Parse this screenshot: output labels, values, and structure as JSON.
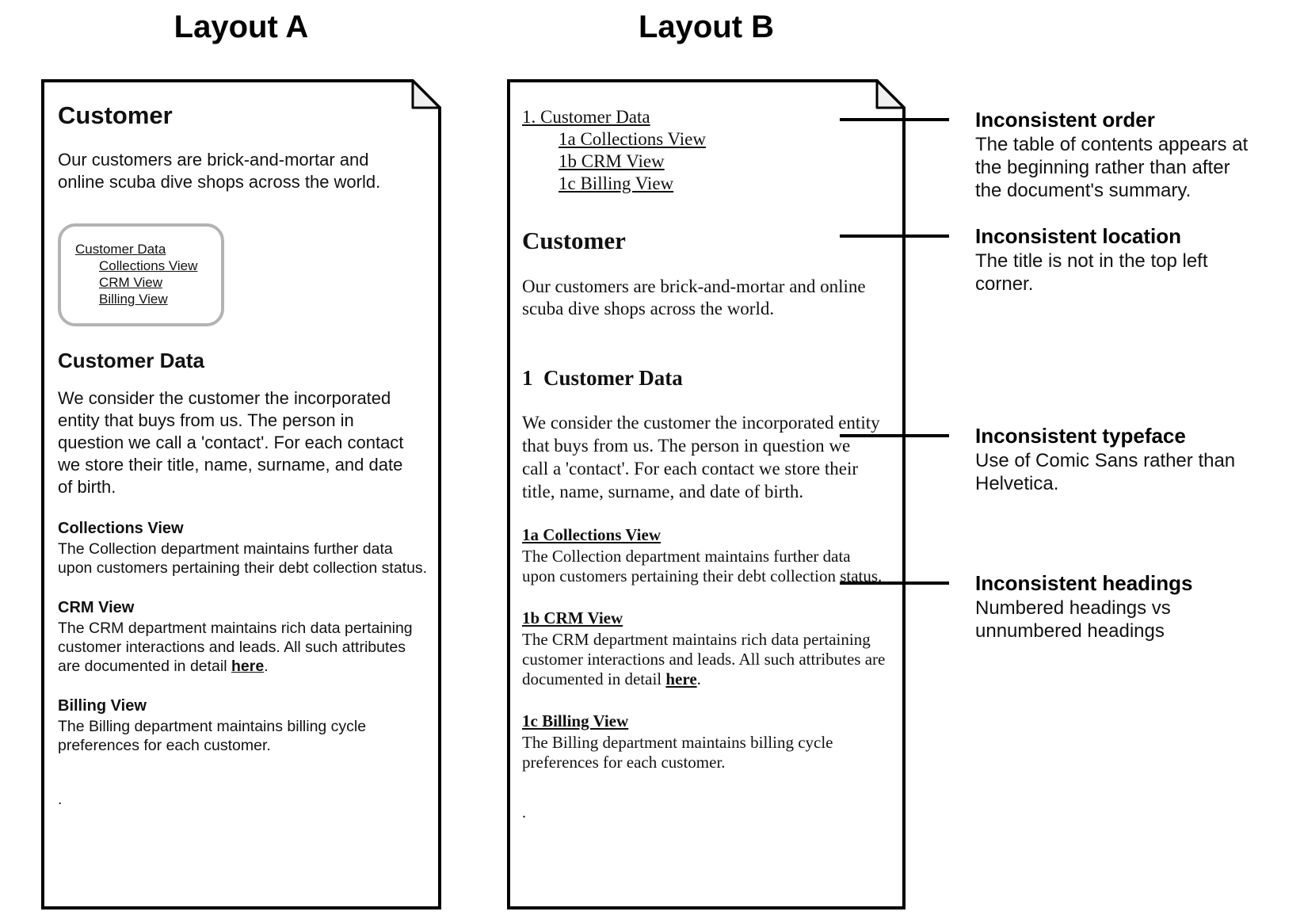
{
  "page": {
    "layout_a_title": "Layout A",
    "layout_b_title": "Layout B"
  },
  "doc_a": {
    "title": "Customer",
    "summary": "Our customers are brick-and-mortar and online scuba dive shops across the world.",
    "toc": {
      "root": "Customer Data",
      "items": [
        "Collections View",
        "CRM View",
        "Billing View"
      ]
    },
    "section_heading": "Customer Data",
    "section_body": "We consider the customer the incorporated entity that buys from us. The person in question we call a 'contact'. For each contact we store their title, name, surname, and date of birth.",
    "subsections": [
      {
        "heading": "Collections View",
        "body": "The Collection department maintains further data upon customers pertaining their debt collection status."
      },
      {
        "heading": "CRM View",
        "body_start": "The CRM department maintains rich data pertaining customer interactions and leads. All such attributes are documented in detail ",
        "link_text": "here",
        "body_end": "."
      },
      {
        "heading": "Billing View",
        "body": "The Billing department maintains billing cycle preferences for each customer."
      }
    ],
    "trailing_mark": "."
  },
  "doc_b": {
    "toc": {
      "root": "1. Customer Data",
      "items": [
        "1a Collections View",
        "1b CRM View",
        "1c Billing View"
      ]
    },
    "title": "Customer",
    "summary": "Our customers are brick-and-mortar and online scuba dive shops across the world.",
    "section_heading": "1  Customer Data",
    "section_body": "We consider the customer the incorporated entity that buys from us. The person in question we call a 'contact'. For each contact we store their title, name, surname, and date of birth.",
    "subsections": [
      {
        "heading": "1a Collections View",
        "body": "The Collection department maintains further data upon customers pertaining their debt collection status."
      },
      {
        "heading": "1b CRM View",
        "body_start": "The CRM department maintains rich data pertaining customer interactions and leads. All such attributes are documented in detail ",
        "link_text": "here",
        "body_end": "."
      },
      {
        "heading": "1c Billing View",
        "body": "The Billing department maintains billing cycle preferences for each customer."
      }
    ],
    "trailing_mark": "."
  },
  "annotations": [
    {
      "title": "Inconsistent order",
      "body": "The table of contents appears at the beginning rather than after the document's summary."
    },
    {
      "title": "Inconsistent location",
      "body": "The title is not in the top left corner."
    },
    {
      "title": "Inconsistent typeface",
      "body": "Use of Comic Sans rather than Helvetica."
    },
    {
      "title": "Inconsistent headings",
      "body": "Numbered headings vs unnumbered headings"
    }
  ],
  "colors": {
    "ink": "#000000",
    "fold_fill": "#f0f0f0",
    "toc_box_border": "#b3b3b3"
  }
}
